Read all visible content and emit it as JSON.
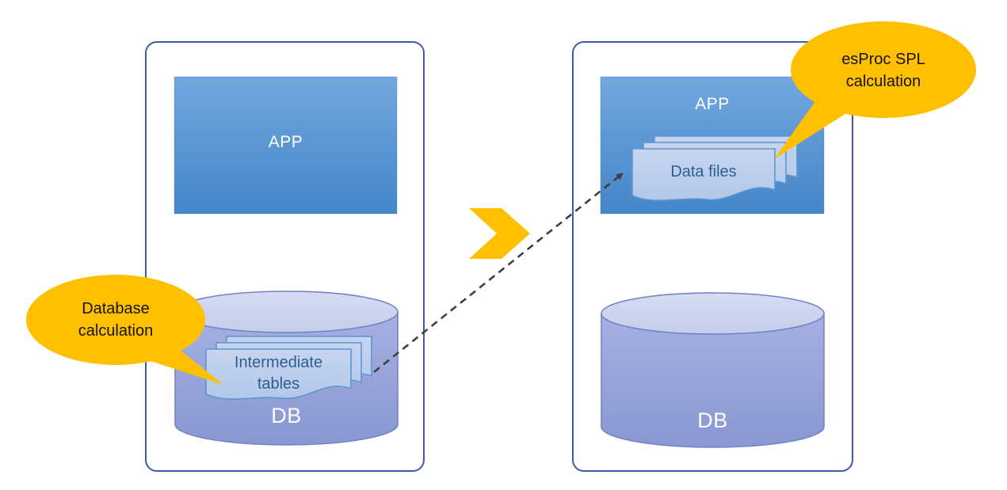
{
  "diagram": {
    "title_implicit": "Database calculation vs esProc SPL calculation",
    "left_system": {
      "app_label": "APP",
      "db_label": "DB",
      "documents_label": "Intermediate tables",
      "callout_label": "Database calculation"
    },
    "right_system": {
      "app_label": "APP",
      "db_label": "DB",
      "documents_label": "Data files",
      "callout_label": "esProc SPL calculation"
    },
    "connectors": {
      "chevron_icon": "chevron-right-icon",
      "dashed_arrow": "intermediate-tables-to-data-files"
    },
    "colors": {
      "callout_fill": "#FFC000",
      "chevron_fill": "#FFC000",
      "container_border": "#3A5CA8",
      "app_box_gradient_top": "#73A7DE",
      "app_box_gradient_bottom": "#4486C8",
      "cylinder_body_top": "#A6B1E1",
      "cylinder_body_bottom": "#8997D3",
      "cylinder_top_fill": "#CFD7EF",
      "cylinder_border": "#7384C5",
      "document_fill": "#BCCFEC",
      "document_border": "#5E95CF",
      "document_text": "#2F5D8F",
      "arrow_dash": "#3F3F3F"
    }
  }
}
